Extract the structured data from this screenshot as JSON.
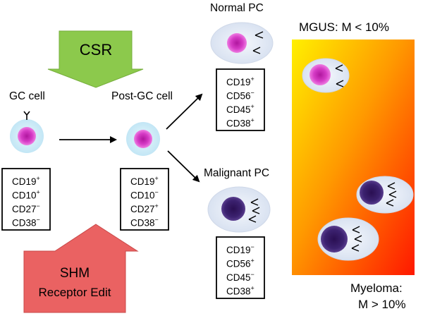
{
  "labels": {
    "gc_cell": "GC cell",
    "post_gc_cell": "Post-GC cell",
    "normal_pc": "Normal PC",
    "malignant_pc": "Malignant PC",
    "mgus": "MGUS: M < 10%",
    "myeloma_line1": "Myeloma:",
    "myeloma_line2": "M > 10%"
  },
  "arrows": {
    "csr": "CSR",
    "shm_line1": "SHM",
    "shm_line2": "Receptor Edit"
  },
  "marker_boxes": {
    "gc_cell": [
      {
        "name": "CD19",
        "sign": "+"
      },
      {
        "name": "CD10",
        "sign": "+"
      },
      {
        "name": "CD27",
        "sign": "−"
      },
      {
        "name": "CD38",
        "sign": "−"
      }
    ],
    "post_gc_cell": [
      {
        "name": "CD19",
        "sign": "+"
      },
      {
        "name": "CD10",
        "sign": "−"
      },
      {
        "name": "CD27",
        "sign": "+"
      },
      {
        "name": "CD38",
        "sign": "−"
      }
    ],
    "normal_pc": [
      {
        "name": "CD19",
        "sign": "+"
      },
      {
        "name": "CD56",
        "sign": "−"
      },
      {
        "name": "CD45",
        "sign": "+"
      },
      {
        "name": "CD38",
        "sign": "+"
      }
    ],
    "malignant_pc": [
      {
        "name": "CD19",
        "sign": "−"
      },
      {
        "name": "CD56",
        "sign": "+"
      },
      {
        "name": "CD45",
        "sign": "−"
      },
      {
        "name": "CD38",
        "sign": "+"
      }
    ]
  },
  "colors": {
    "csr_arrow": "#88c64a",
    "shm_arrow": "#e85a5a",
    "normal_nucleus": "#d83ac8",
    "malignant_nucleus": "#3a1f66",
    "cytoplasm": "#e6ecf6",
    "gradient_top": "#ffee00",
    "gradient_bottom": "#ff2200"
  }
}
